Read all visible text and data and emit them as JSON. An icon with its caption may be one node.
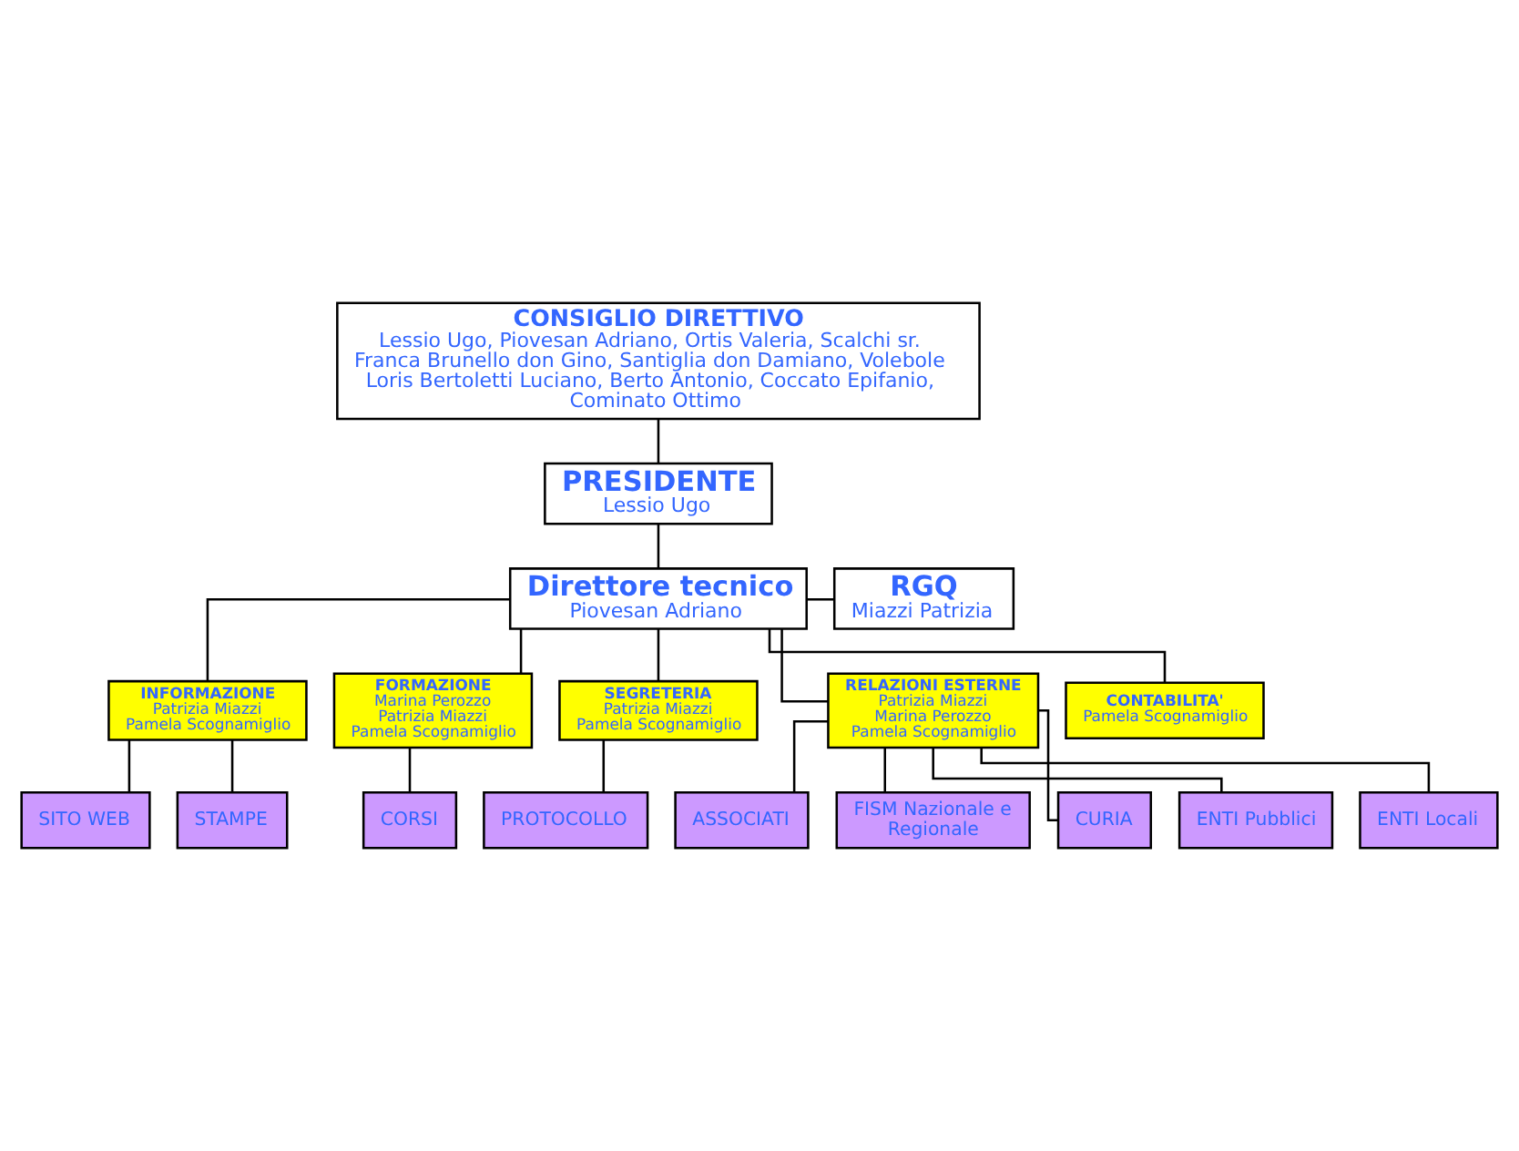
{
  "diagram": {
    "nodes": [
      {
        "text": [
          "CONSIGLIO DIRETTIVO",
          "Lessio Ugo, Piovesan Adriano, Ortis Valeria, Scalchi sr. Franca Brunello don Gino, Santiglia don Damiano, Volebole Loris Bertoletti Luciano, Berto Antonio, Coccato Epifanio, Cominato Ottimo"
        ]
      },
      {
        "text": [
          "PRESIDENTE",
          "Lessio Ugo"
        ]
      },
      {
        "text": [
          "Direttore tecnico",
          "Piovesan Adriano"
        ]
      },
      {
        "text": [
          "RGQ",
          "Miazzi Patrizia"
        ]
      },
      {
        "text": [
          "INFORMAZIONE",
          "Patrizia Miazzi",
          "Pamela Scognamiglio"
        ]
      },
      {
        "text": [
          "FORMAZIONE",
          "Marina Perozzo",
          "Patrizia Miazzi",
          "Pamela Scognamiglio"
        ]
      },
      {
        "text": [
          "SEGRETERIA",
          "Patrizia Miazzi",
          "Pamela Scognamiglio"
        ]
      },
      {
        "text": [
          "RELAZIONI ESTERNE",
          "Patrizia Miazzi",
          "Marina Perozzo",
          "Pamela Scognamiglio"
        ]
      },
      {
        "text": [
          "CONTABILITA'",
          "Pamela Scognamiglio"
        ]
      },
      {
        "text": [
          "SITO WEB"
        ]
      },
      {
        "text": [
          "STAMPE"
        ]
      },
      {
        "text": [
          "CORSI"
        ]
      },
      {
        "text": [
          "PROTOCOLLO"
        ]
      },
      {
        "text": [
          "ASSOCIATI"
        ]
      },
      {
        "text": [
          "FISM Nazionale e Regionale"
        ]
      },
      {
        "text": [
          "CURIA"
        ]
      },
      {
        "text": [
          "ENTI Pubblici"
        ]
      },
      {
        "text": [
          "ENTI Locali"
        ]
      }
    ],
    "edges": [
      {
        "from": 0,
        "to": 1,
        "arrow": "none"
      },
      {
        "from": 1,
        "to": 2,
        "arrow": "none"
      },
      {
        "from": 2,
        "to": 3,
        "arrow": "none"
      },
      {
        "from": 2,
        "to": 4,
        "arrow": "none"
      },
      {
        "from": 2,
        "to": 5,
        "arrow": "none"
      },
      {
        "from": 2,
        "to": 6,
        "arrow": "none"
      },
      {
        "from": 2,
        "to": 7,
        "arrow": "none"
      },
      {
        "from": 2,
        "to": 8,
        "arrow": "none"
      },
      {
        "from": 4,
        "to": 9,
        "arrow": "none"
      },
      {
        "from": 4,
        "to": 10,
        "arrow": "none"
      },
      {
        "from": 5,
        "to": 11,
        "arrow": "none"
      },
      {
        "from": 6,
        "to": 12,
        "arrow": "none"
      },
      {
        "from": 7,
        "to": 13,
        "arrow": "none"
      },
      {
        "from": 7,
        "to": 14,
        "arrow": "none"
      },
      {
        "from": 7,
        "to": 15,
        "arrow": "none"
      },
      {
        "from": 7,
        "to": 16,
        "arrow": "none"
      },
      {
        "from": 7,
        "to": 17,
        "arrow": "none"
      }
    ]
  }
}
